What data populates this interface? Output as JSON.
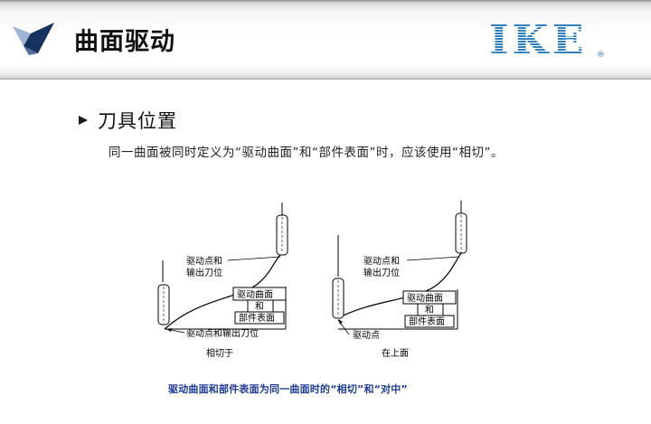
{
  "header": {
    "title": "曲面驱动",
    "brand": "IKE",
    "brand_mark": "®"
  },
  "section": {
    "heading": "刀具位置",
    "description": "同一曲面被同时定义为“驱动曲面”和“部件表面”时，应该使用“相切”。"
  },
  "figure": {
    "left": {
      "label_top_line1": "驱动点和",
      "label_top_line2": "输出刀位",
      "box_line1": "驱动曲面",
      "box_line2": "和",
      "box_line3": "部件表面",
      "label_bottom": "驱动点和输出刀位",
      "caption": "相切于"
    },
    "right": {
      "label_top_line1": "驱动点和",
      "label_top_line2": "输出刀位",
      "box_line1": "驱动曲面",
      "box_line2": "和",
      "box_line3": "部件表面",
      "label_bottom": "驱动点",
      "caption": "在上面"
    }
  },
  "caption": "驱动曲面和部件表面为同一曲面时的“相切”和“对中”",
  "colors": {
    "arrow_dark": "#16325f",
    "arrow_mid": "#4f6f9e",
    "arrow_light": "#9fb4d2",
    "brand_blue": "#2f7fc1",
    "caption_blue": "#1c3a9e"
  },
  "icons": {
    "logo": "arrow-logo-icon",
    "bullet": "triangle-bullet-icon"
  }
}
